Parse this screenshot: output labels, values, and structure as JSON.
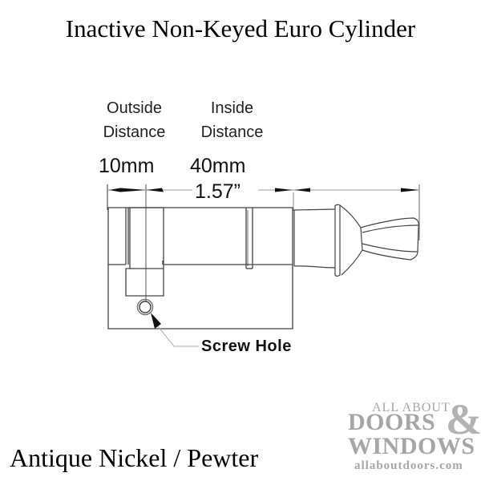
{
  "title": "Inactive Non-Keyed Euro Cylinder",
  "dimensions": {
    "outside": {
      "label_line1": "Outside",
      "label_line2": "Distance",
      "value": "10mm"
    },
    "inside": {
      "label_line1": "Inside",
      "label_line2": "Distance",
      "value": "40mm"
    },
    "overall": {
      "value": "1.57”"
    }
  },
  "callouts": {
    "screw_hole": "Screw Hole"
  },
  "finish": "Antique Nickel / Pewter",
  "logo": {
    "line1": "ALL ABOUT",
    "line2": "DOORS",
    "ampersand": "&",
    "line3": "WINDOWS",
    "website": "allaboutdoors.com"
  },
  "colors": {
    "line": "#333333",
    "text": "#000000",
    "logo": "#a6a6a6",
    "background": "#ffffff"
  }
}
